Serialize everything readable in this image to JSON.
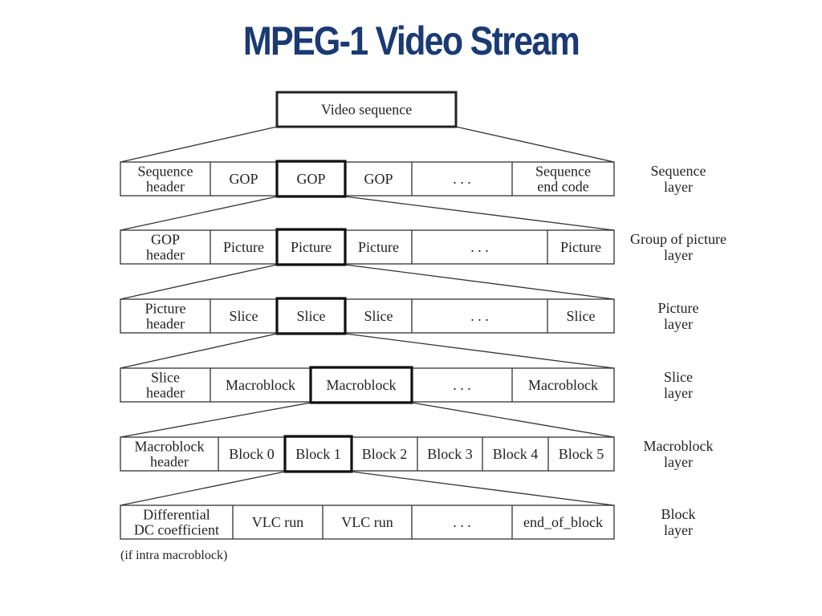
{
  "title": "MPEG-1 Video Stream",
  "colors": {
    "title": "#1a3a73",
    "line": "#333333",
    "text": "#222222"
  },
  "top_box": "Video sequence",
  "rows": [
    {
      "cells": [
        [
          "Sequence",
          "header"
        ],
        [
          "GOP"
        ],
        [
          "GOP"
        ],
        [
          "GOP"
        ],
        [
          ". . ."
        ],
        [
          "Sequence",
          "end code"
        ]
      ],
      "highlight": 2,
      "layer": [
        "Sequence",
        "layer"
      ]
    },
    {
      "cells": [
        [
          "GOP",
          "header"
        ],
        [
          "Picture"
        ],
        [
          "Picture"
        ],
        [
          "Picture"
        ],
        [
          ". . ."
        ],
        [
          "Picture"
        ]
      ],
      "highlight": 2,
      "layer": [
        "Group of picture",
        "layer"
      ]
    },
    {
      "cells": [
        [
          "Picture",
          "header"
        ],
        [
          "Slice"
        ],
        [
          "Slice"
        ],
        [
          "Slice"
        ],
        [
          ". . ."
        ],
        [
          "Slice"
        ]
      ],
      "highlight": 2,
      "layer": [
        "Picture",
        "layer"
      ]
    },
    {
      "cells": [
        [
          "Slice",
          "header"
        ],
        [
          "Macroblock"
        ],
        [
          "Macroblock"
        ],
        [
          ". . ."
        ],
        [
          "Macroblock"
        ]
      ],
      "highlight": 2,
      "layer": [
        "Slice",
        "layer"
      ]
    },
    {
      "cells": [
        [
          "Macroblock",
          "header"
        ],
        [
          "Block 0"
        ],
        [
          "Block 1"
        ],
        [
          "Block 2"
        ],
        [
          "Block 3"
        ],
        [
          "Block 4"
        ],
        [
          "Block 5"
        ]
      ],
      "highlight": 2,
      "layer": [
        "Macroblock",
        "layer"
      ]
    },
    {
      "cells": [
        [
          "Differential",
          "DC coefficient"
        ],
        [
          "VLC run"
        ],
        [
          "VLC run"
        ],
        [
          ". . ."
        ],
        [
          "end_of_block"
        ]
      ],
      "highlight": -1,
      "layer": [
        "Block",
        "layer"
      ]
    }
  ],
  "footnote": "(if intra macroblock)"
}
